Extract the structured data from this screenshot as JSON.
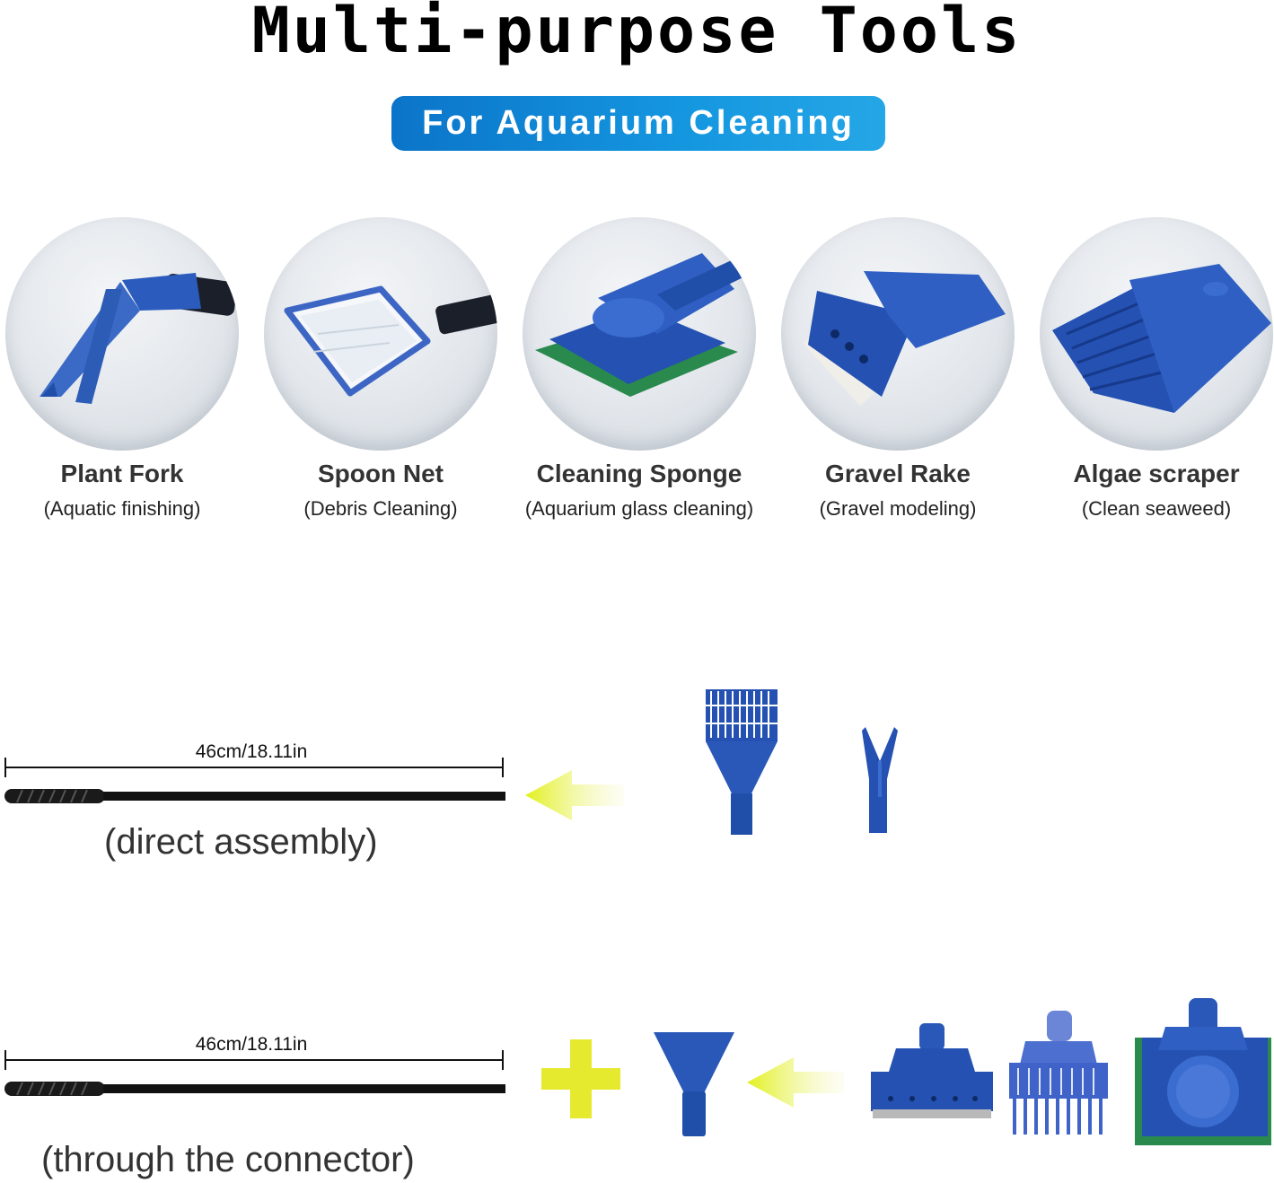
{
  "header": {
    "title": "Multi-purpose Tools",
    "subtitle": "For Aquarium Cleaning"
  },
  "tools": [
    {
      "name": "Plant Fork",
      "desc": "(Aquatic finishing)",
      "icon": "plant-fork-icon"
    },
    {
      "name": "Spoon Net",
      "desc": "(Debris Cleaning)",
      "icon": "spoon-net-icon"
    },
    {
      "name": "Cleaning Sponge",
      "desc": "(Aquarium glass cleaning)",
      "icon": "cleaning-sponge-icon"
    },
    {
      "name": "Gravel Rake",
      "desc": "(Gravel modeling)",
      "icon": "gravel-rake-icon"
    },
    {
      "name": "Algae scraper",
      "desc": "(Clean seaweed)",
      "icon": "algae-scraper-icon"
    }
  ],
  "assembly": {
    "direct": {
      "length_label": "46cm/18.11in",
      "caption": "(direct assembly)"
    },
    "connector": {
      "length_label": "46cm/18.11in",
      "caption": "(through the connector)"
    }
  },
  "colors": {
    "tool_blue": "#1f4fa8",
    "pill_blue": "#1590dc",
    "arrow_yellow": "#e4f23a",
    "plus_yellow": "#e6ea2f",
    "sponge_green": "#2a8a4e"
  }
}
